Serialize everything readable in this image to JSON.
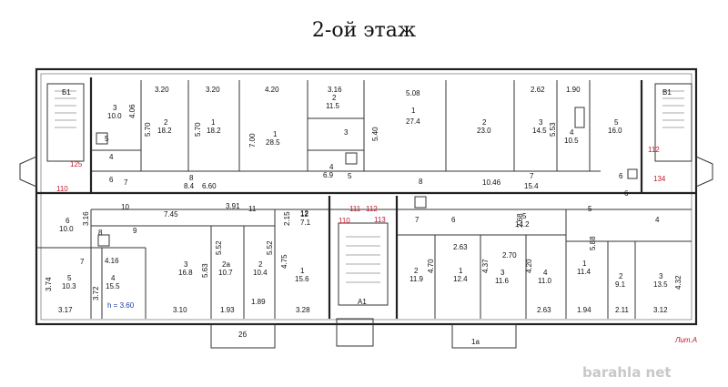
{
  "title": "2-ой этаж",
  "stairs": {
    "b1": "Б1",
    "v1": "В1",
    "a1": "А1"
  },
  "entrances": {
    "e2b": "2б",
    "e1a": "1а"
  },
  "lit": "Лит.А",
  "height_note": "h = 3.60",
  "watermark": "barahla net",
  "top_rooms": [
    {
      "id": "3",
      "area": "10.0"
    },
    {
      "id": "2",
      "area": "18.2"
    },
    {
      "id": "1",
      "area": "18.2"
    },
    {
      "id": "1",
      "area": "28.5"
    },
    {
      "id": "2",
      "area": "11.5"
    },
    {
      "id": "1",
      "area": "27.4"
    },
    {
      "id": "2",
      "area": "23.0"
    },
    {
      "id": "3",
      "area": "14.5"
    },
    {
      "id": "4",
      "area": "10.5"
    },
    {
      "id": "5",
      "area": "16.0"
    }
  ],
  "top_dims": [
    "3.20",
    "3.20",
    "4.20",
    "3.16",
    "5.08",
    "2.62",
    "1.90",
    "4.06",
    "5.70",
    "5.70",
    "7.00",
    "5.40",
    "5.53"
  ],
  "corridor": [
    {
      "id": "4",
      "area": "6.9"
    },
    {
      "id": "8",
      "area": "8.4"
    },
    {
      "id": "8",
      "area": ""
    },
    {
      "id": "7",
      "area": "15.4"
    }
  ],
  "misc_labels": [
    "5",
    "4",
    "6",
    "7",
    "3",
    "5",
    "6",
    "5",
    "4",
    "6",
    "7",
    "8",
    "9",
    "10",
    "11",
    "12",
    "6",
    "7"
  ],
  "misc_dims": [
    "6.60",
    "10.46",
    "7.45",
    "3.91",
    "3.16",
    "2.15",
    "2.68",
    "4.16"
  ],
  "bottom_rooms": [
    {
      "id": "6",
      "area": "10.0"
    },
    {
      "id": "5",
      "area": "10.3"
    },
    {
      "id": "4",
      "area": "15.5"
    },
    {
      "id": "3",
      "area": "16.8"
    },
    {
      "id": "2а",
      "area": "10.7"
    },
    {
      "id": "2",
      "area": "10.4"
    },
    {
      "id": "1",
      "area": "15.6"
    },
    {
      "id": "12",
      "area": "7.1"
    },
    {
      "id": "2",
      "area": "11.9"
    },
    {
      "id": "1",
      "area": "12.4"
    },
    {
      "id": "3",
      "area": "11.6"
    },
    {
      "id": "4",
      "area": "11.0"
    },
    {
      "id": "5",
      "area": "14.2"
    },
    {
      "id": "1",
      "area": "11.4"
    },
    {
      "id": "2",
      "area": "9.1"
    },
    {
      "id": "3",
      "area": "13.5"
    }
  ],
  "bottom_dims": [
    "3.74",
    "3.72",
    "5.63",
    "5.52",
    "5.52",
    "4.75",
    "4.70",
    "4.37",
    "4.20",
    "2.63",
    "2.70",
    "5.88",
    "4.32",
    "3.17",
    "3.10",
    "1.93",
    "1.89",
    "3.28",
    "2.63",
    "1.94",
    "2.11",
    "3.12"
  ],
  "red_marks": [
    "125",
    "110",
    "110",
    "111",
    "112",
    "113",
    "112",
    "134"
  ],
  "colors": {
    "wall": "#222222",
    "red": "#c0182a",
    "blue": "#1a3a9a",
    "watermark": "#c8c8c8"
  }
}
